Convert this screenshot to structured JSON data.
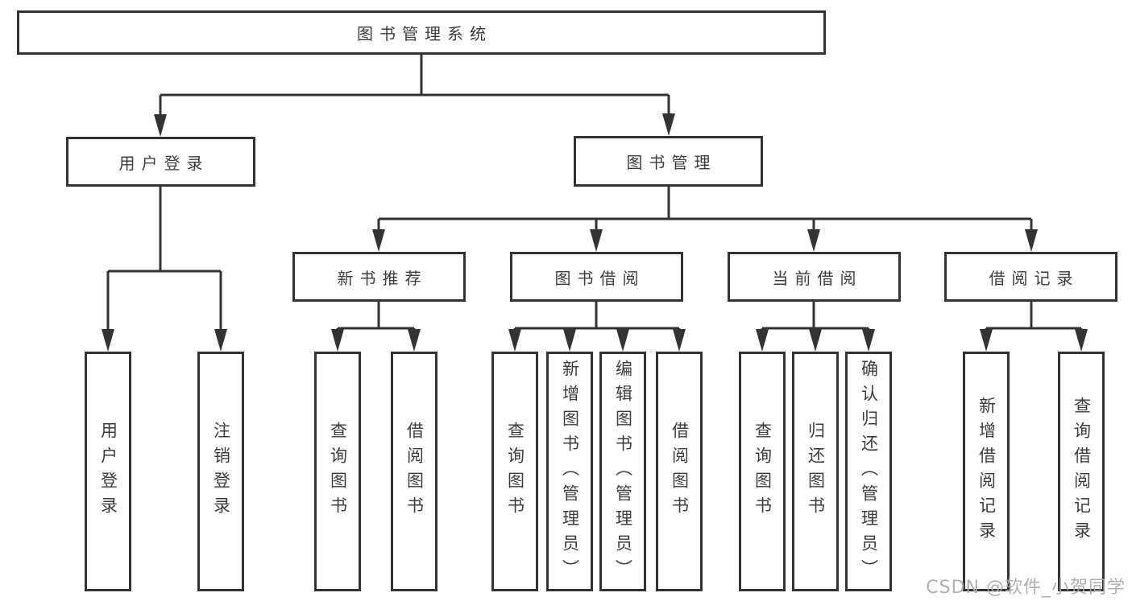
{
  "diagram_title": "图书管理系统",
  "tree": {
    "label": "图书管理系统",
    "children": [
      {
        "label": "用户登录",
        "children": [
          {
            "label": "用户登录"
          },
          {
            "label": "注销登录"
          }
        ]
      },
      {
        "label": "图书管理",
        "children": [
          {
            "label": "新书推荐",
            "children": [
              {
                "label": "查询图书"
              },
              {
                "label": "借阅图书"
              }
            ]
          },
          {
            "label": "图书借阅",
            "children": [
              {
                "label": "查询图书"
              },
              {
                "label": "新增图书（管理员）"
              },
              {
                "label": "编辑图书（管理员）"
              },
              {
                "label": "借阅图书"
              }
            ]
          },
          {
            "label": "当前借阅",
            "children": [
              {
                "label": "查询图书"
              },
              {
                "label": "归还图书"
              },
              {
                "label": "确认归还（管理员）"
              }
            ]
          },
          {
            "label": "借阅记录",
            "children": [
              {
                "label": "新增借阅记录"
              },
              {
                "label": "查询借阅记录"
              }
            ]
          }
        ]
      }
    ]
  },
  "watermark": {
    "text": "CSDN @软件_小贺同学"
  },
  "colors": {
    "line": "#333333",
    "box_border": "#333333",
    "text": "#3c3c3c",
    "background": "#ffffff",
    "watermark": "#a8a8a8"
  }
}
